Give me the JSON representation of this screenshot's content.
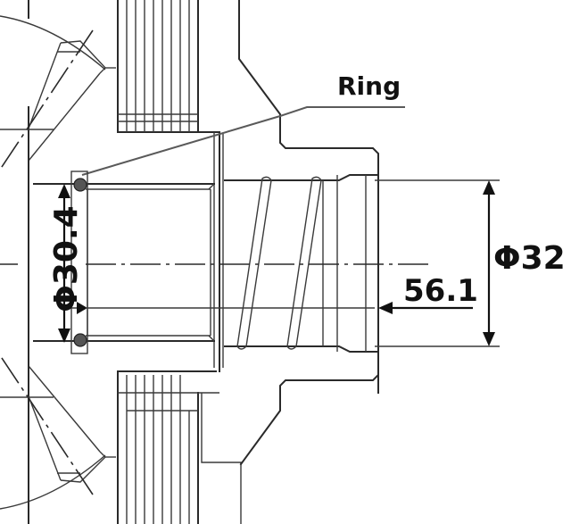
{
  "drawing": {
    "type": "mechanical cross-section",
    "labels": {
      "ring": "Ring",
      "outer_diameter": "Φ32",
      "inner_diameter": "Φ30.4",
      "depth": "56.1"
    },
    "callouts": [
      {
        "id": "ring",
        "text": "Ring",
        "points_to": "o-ring seal"
      },
      {
        "id": "outer_diameter",
        "text": "Φ32",
        "orientation": "vertical dimension, right side"
      },
      {
        "id": "inner_diameter",
        "text": "Φ30.4",
        "orientation": "vertical dimension, left side, rotated text"
      },
      {
        "id": "depth",
        "text": "56.1",
        "orientation": "horizontal leader with arrow pointing left"
      }
    ],
    "colors": {
      "line": "#2a2a2a",
      "background": "#ffffff",
      "seal": "#555555"
    }
  }
}
